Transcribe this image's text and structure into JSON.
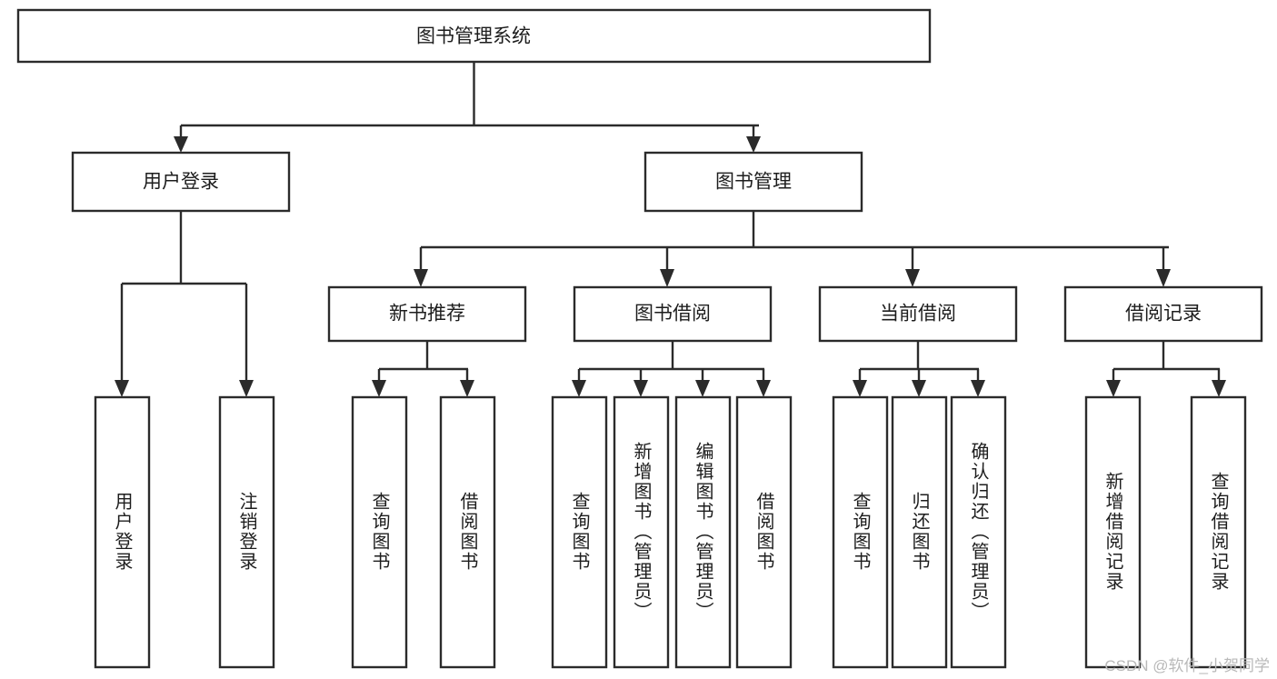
{
  "diagram": {
    "title": "图书管理系统",
    "watermark": "CSDN @软件_小贺同学",
    "colors": {
      "stroke": "#2b2b2b",
      "box_fill": "#ffffff",
      "text": "#1d1d1d",
      "watermark": "#b9b9b9",
      "background": "#ffffff"
    },
    "root": {
      "label": "图书管理系统"
    },
    "level2": [
      {
        "label": "用户登录"
      },
      {
        "label": "图书管理"
      }
    ],
    "level3": [
      {
        "label": "新书推荐"
      },
      {
        "label": "图书借阅"
      },
      {
        "label": "当前借阅"
      },
      {
        "label": "借阅记录"
      }
    ],
    "leaves": {
      "user_login": [
        {
          "label": "用户登录"
        },
        {
          "label": "注销登录"
        }
      ],
      "new_book_recommend": [
        {
          "label": "查询图书"
        },
        {
          "label": "借阅图书"
        }
      ],
      "book_borrow": [
        {
          "label": "查询图书"
        },
        {
          "label": "新增图书（管理员）"
        },
        {
          "label": "编辑图书（管理员）"
        },
        {
          "label": "借阅图书"
        }
      ],
      "current_borrow": [
        {
          "label": "查询图书"
        },
        {
          "label": "归还图书"
        },
        {
          "label": "确认归还（管理员）"
        }
      ],
      "borrow_record": [
        {
          "label": "新增借阅记录"
        },
        {
          "label": "查询借阅记录"
        }
      ]
    }
  }
}
